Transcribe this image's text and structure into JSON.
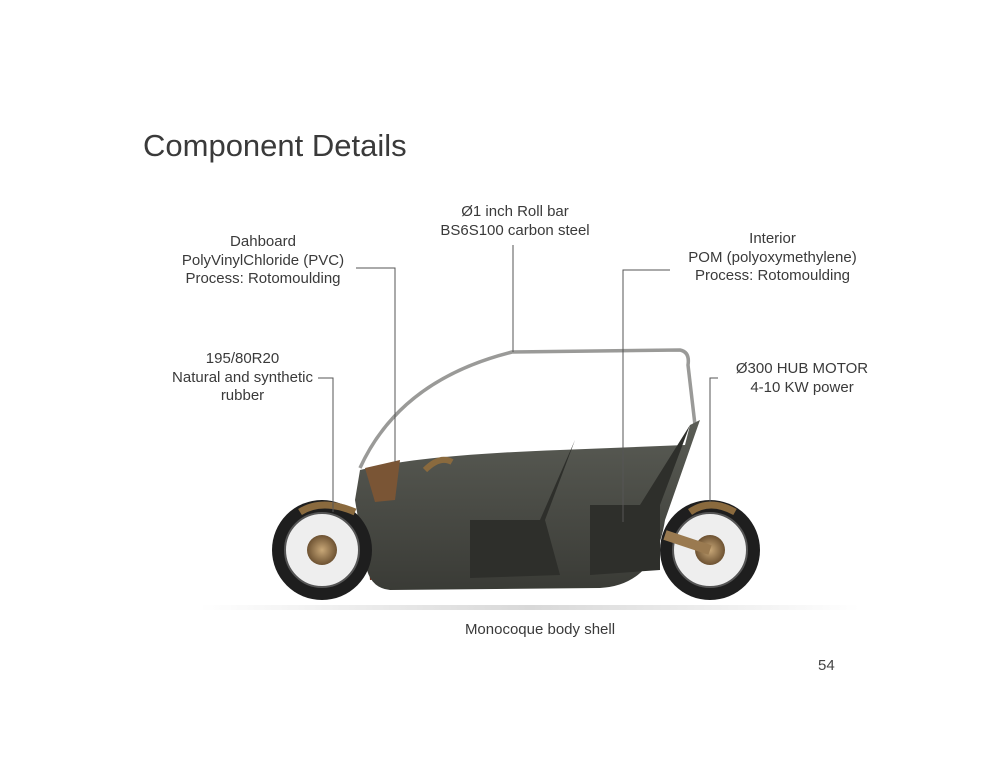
{
  "title": "Component Details",
  "callouts": {
    "dashboard": {
      "lines": [
        "Dahboard",
        "PolyVinylChloride (PVC)",
        "Process: Rotomoulding"
      ]
    },
    "roll_bar": {
      "lines": [
        "Ø1 inch Roll bar",
        "BS6S100 carbon steel"
      ]
    },
    "interior": {
      "lines": [
        "Interior",
        "POM (polyoxymethylene)",
        "Process: Rotomoulding"
      ]
    },
    "tyre": {
      "lines": [
        "195/80R20",
        "Natural and synthetic",
        "rubber"
      ]
    },
    "hub_motor": {
      "lines": [
        "Ø300 HUB MOTOR",
        "4-10 KW power"
      ]
    },
    "body_shell": {
      "lines": [
        "Monocoque body shell"
      ]
    }
  },
  "page_number": "54",
  "colors": {
    "body": "#4a4b45",
    "bronze": "#8a6a3e",
    "interior_red": "#6e2a1a",
    "tyre": "#1e1e1e"
  }
}
